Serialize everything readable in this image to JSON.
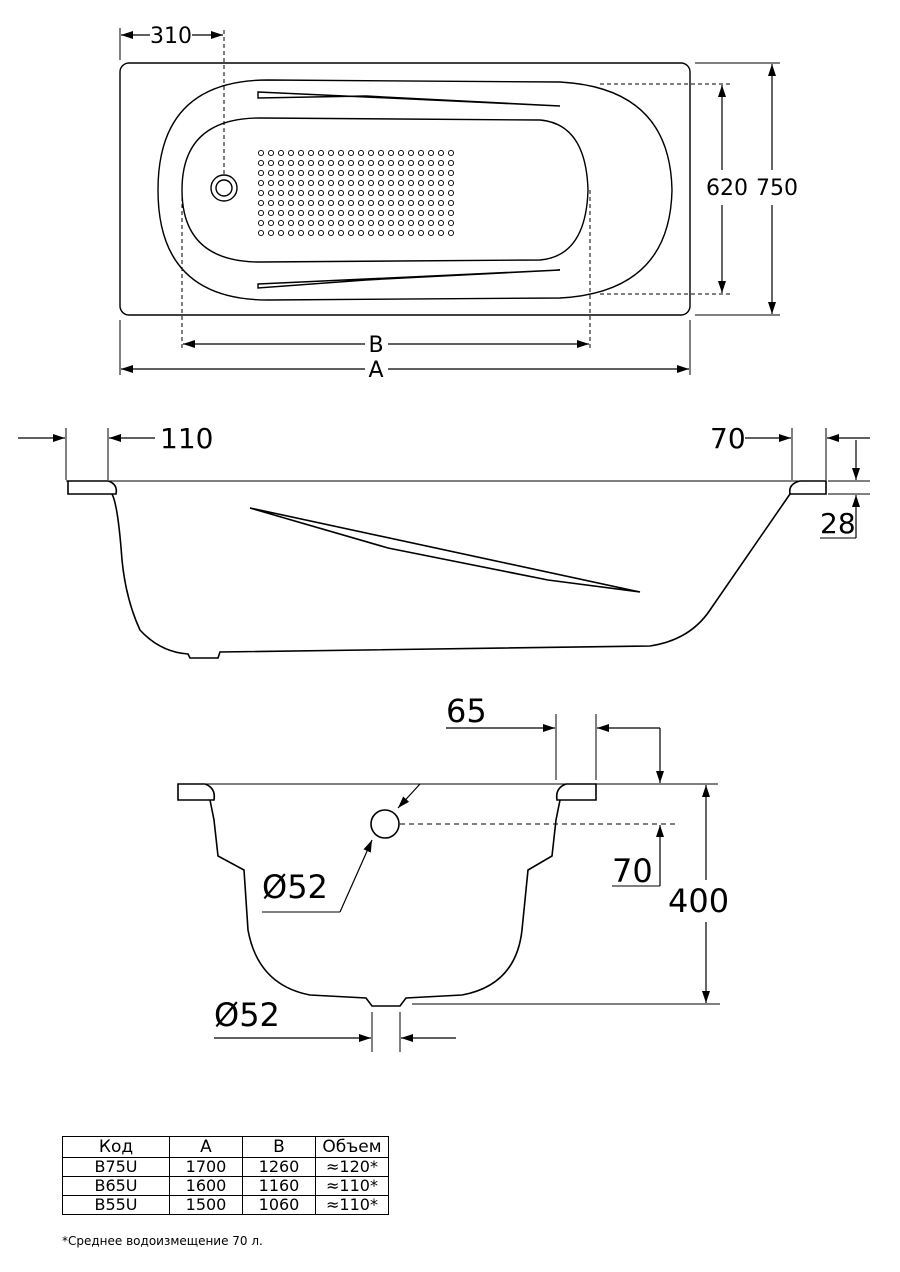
{
  "top_view": {
    "dim_drain_offset": "310",
    "dim_inner_width": "620",
    "dim_outer_width": "750",
    "dim_label_b": "B",
    "dim_label_a": "A"
  },
  "side_view": {
    "dim_left_rim": "110",
    "dim_right_rim": "70",
    "dim_rim_height": "28"
  },
  "cross_section": {
    "dim_rim": "65",
    "dim_overflow_diameter": "Ø52",
    "dim_overflow_height": "70",
    "dim_depth": "400",
    "dim_drain_diameter": "Ø52"
  },
  "spec_table": {
    "headers": [
      "Код",
      "A",
      "B",
      "Объем"
    ],
    "rows": [
      [
        "B75U",
        "1700",
        "1260",
        "≈120*"
      ],
      [
        "B65U",
        "1600",
        "1160",
        "≈110*"
      ],
      [
        "B55U",
        "1500",
        "1060",
        "≈110*"
      ]
    ]
  },
  "footnote": "*Среднее водоизмещение 70 л."
}
